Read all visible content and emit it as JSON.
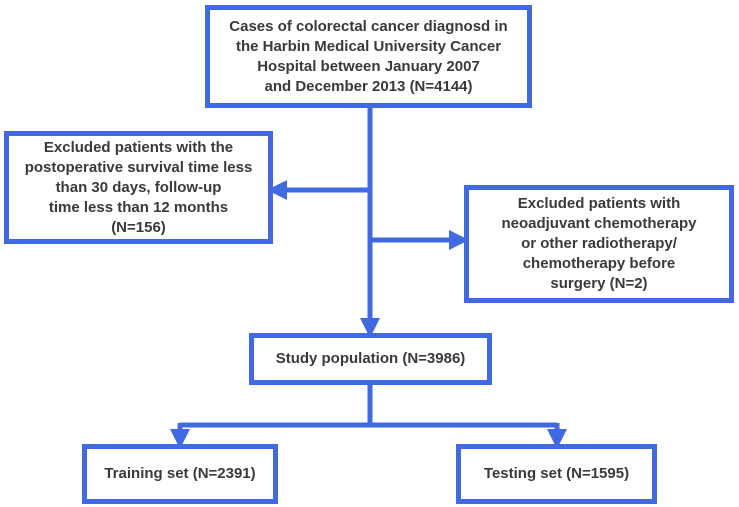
{
  "colors": {
    "box_border": "#4169e1",
    "connector": "#4169e1",
    "text": "#3a3a3a"
  },
  "boxes": {
    "cohort": {
      "lines": [
        "Cases of colorectal cancer diagnosd in",
        "the Harbin Medical University Cancer",
        "Hospital between January 2007",
        "and December 2013 (N=4144)"
      ]
    },
    "exclusion_left": {
      "lines": [
        "Excluded patients with the",
        "postoperative survival time less",
        "than 30 days, follow-up",
        "time less than 12 months",
        "(N=156)"
      ]
    },
    "exclusion_right": {
      "lines": [
        "Excluded patients with",
        "neoadjuvant chemotherapy",
        "or other radiotherapy/",
        "chemotherapy before",
        "surgery (N=2)"
      ]
    },
    "study_population": {
      "lines": [
        "Study population (N=3986)"
      ]
    },
    "training_set": {
      "lines": [
        "Training set (N=2391)"
      ]
    },
    "testing_set": {
      "lines": [
        "Testing set (N=1595)"
      ]
    }
  }
}
